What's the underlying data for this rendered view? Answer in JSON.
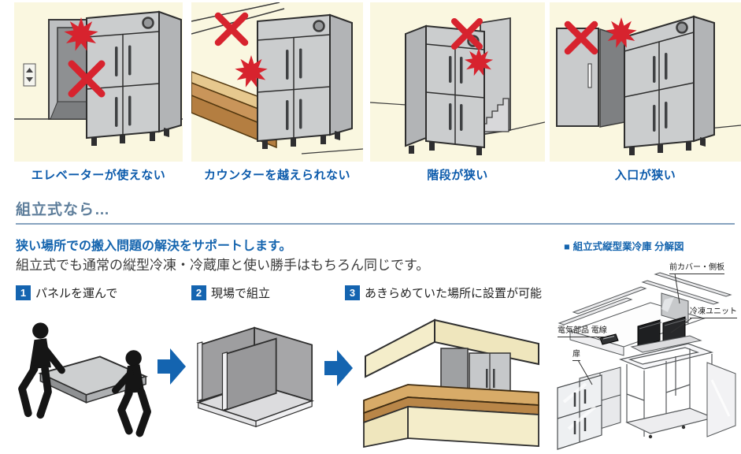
{
  "problems": [
    {
      "caption": "エレベーターが使えない"
    },
    {
      "caption": "カウンターを越えられない"
    },
    {
      "caption": "階段が狭い"
    },
    {
      "caption": "入口が狭い"
    }
  ],
  "section": {
    "title": "組立式なら…",
    "lead": "狭い場所での搬入問題の解決をサポートします。",
    "description": "組立式でも通常の縦型冷凍・冷蔵庫と使い勝手はもちろん同じです。"
  },
  "steps": [
    {
      "number": "1",
      "label": "パネルを運んで"
    },
    {
      "number": "2",
      "label": "現場で組立"
    },
    {
      "number": "3",
      "label": "あきらめていた場所に設置が可能"
    }
  ],
  "diagram": {
    "marker": "■",
    "title": "組立式縦型業冷庫 分解図",
    "labels": [
      {
        "text": "前カバー・側板"
      },
      {
        "text": "冷凍ユニット"
      },
      {
        "text": "電気部品 電線"
      },
      {
        "text": "扉"
      }
    ]
  },
  "colors": {
    "accent_blue": "#1464b0",
    "caption_blue": "#0b5aab",
    "header_slate": "#5e7e9b",
    "alert_red": "#d7232e",
    "scene_background": "#faf7e0"
  }
}
